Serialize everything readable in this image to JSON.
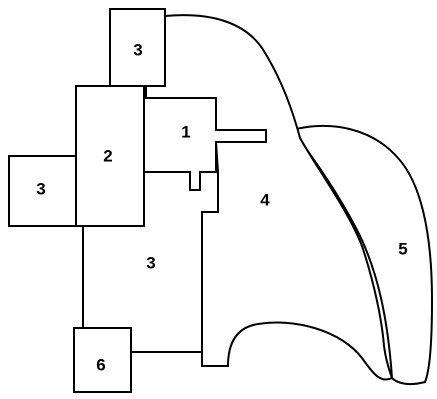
{
  "diagram": {
    "regions": [
      {
        "id": "top-block",
        "label": "3"
      },
      {
        "id": "room-one",
        "label": "1"
      },
      {
        "id": "tall-block",
        "label": "2"
      },
      {
        "id": "left-block",
        "label": "3"
      },
      {
        "id": "central-area",
        "label": "3"
      },
      {
        "id": "region-four",
        "label": "4"
      },
      {
        "id": "region-five",
        "label": "5"
      },
      {
        "id": "bottom-block",
        "label": "6"
      }
    ],
    "colors": {
      "stroke": "#000000",
      "fill": "#ffffff"
    }
  }
}
